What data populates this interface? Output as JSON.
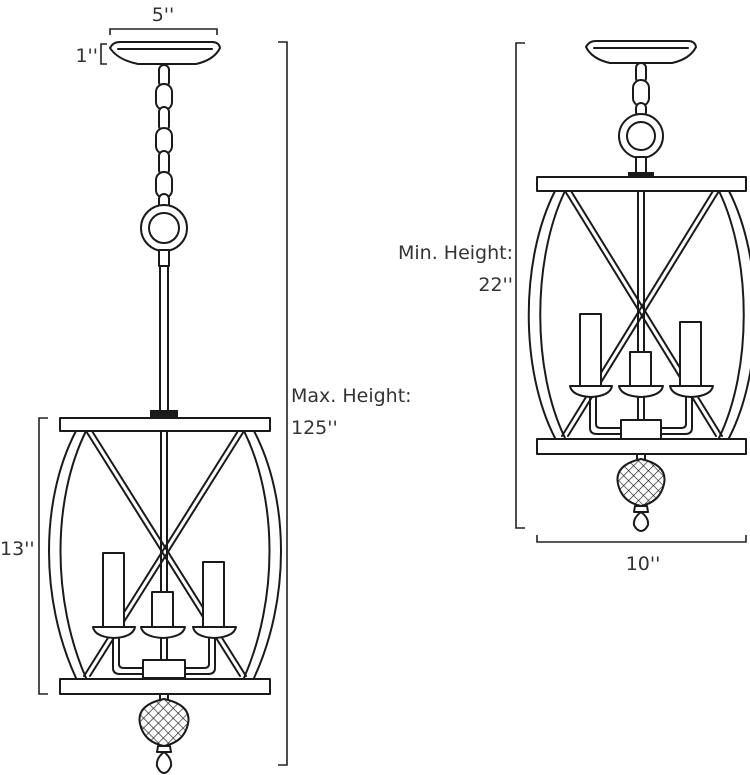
{
  "dimensions": {
    "canopy_width": "5''",
    "canopy_height": "1''",
    "max_height_label": "Max. Height:",
    "max_height_value": "125''",
    "fixture_height": "13''",
    "min_height_label": "Min. Height:",
    "min_height_value": "22''",
    "fixture_width": "10''"
  },
  "colors": {
    "line": "#1a1a1a",
    "text": "#333333",
    "background": "#ffffff"
  }
}
